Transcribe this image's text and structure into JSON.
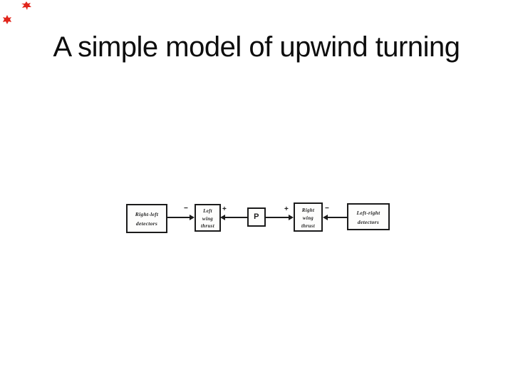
{
  "slide": {
    "title": "A simple model of upwind turning"
  },
  "diagram": {
    "boxes": [
      {
        "name": "right-left-detectors",
        "lines": [
          "Right-left",
          "detectors"
        ]
      },
      {
        "name": "left-wing-thrust",
        "lines": [
          "Left",
          "wing",
          "thrust"
        ]
      },
      {
        "name": "p-node",
        "lines": [
          "P"
        ]
      },
      {
        "name": "right-wing-thrust",
        "lines": [
          "Right",
          "wing",
          "thrust"
        ]
      },
      {
        "name": "left-right-detectors",
        "lines": [
          "Left-right",
          "detectors"
        ]
      }
    ],
    "connections": [
      {
        "from": "right-left-detectors",
        "to": "left-wing-thrust",
        "sign": "−",
        "arrow_direction": "right"
      },
      {
        "from": "p-node",
        "to": "left-wing-thrust",
        "sign": "+",
        "arrow_direction": "left"
      },
      {
        "from": "p-node",
        "to": "right-wing-thrust",
        "sign": "+",
        "arrow_direction": "right"
      },
      {
        "from": "left-right-detectors",
        "to": "right-wing-thrust",
        "sign": "−",
        "arrow_direction": "left"
      }
    ]
  },
  "colors": {
    "background": "#ffffff",
    "ink": "#1b1b1b",
    "title_text": "#0d0d0d",
    "corner_mark_red": "#e1251b"
  }
}
